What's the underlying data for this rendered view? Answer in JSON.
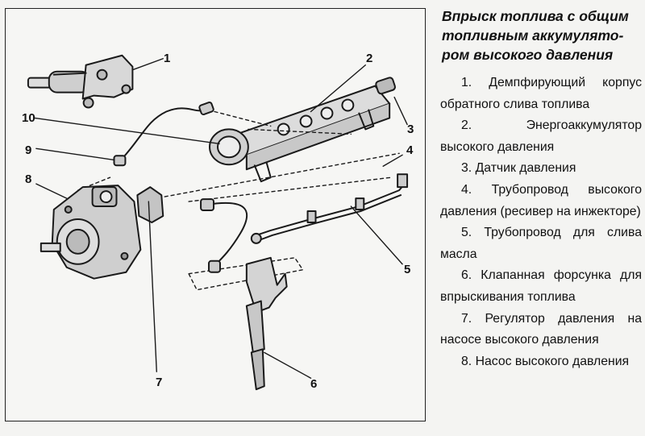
{
  "caption": {
    "title_lines": [
      "Впрыск топлива с общим",
      "топливным аккумулято-",
      "ром высокого давления"
    ],
    "items": [
      "1. Демпфирующий корпус обратного слива топлива",
      "2. Энергоаккумулятор высокого давления",
      "3. Датчик давления",
      "4. Трубопровод высокого давления (ресивер на инжекторе)",
      "5. Трубопровод для слива масла",
      "6. Клапанная форсунка для впрыскивания топлива",
      "7. Регулятор давления на насосе высокого давления",
      "8. Насос высокого давления"
    ]
  },
  "figure": {
    "callouts": [
      "1",
      "2",
      "3",
      "4",
      "5",
      "6",
      "7",
      "8",
      "9",
      "10"
    ]
  }
}
